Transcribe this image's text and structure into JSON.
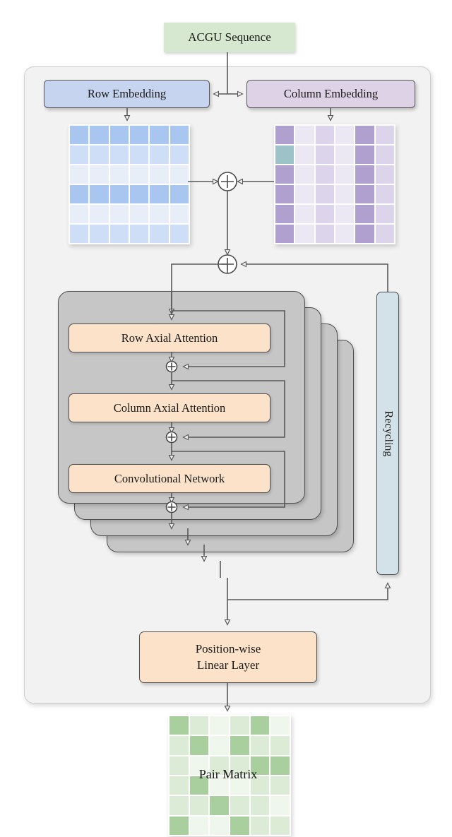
{
  "diagram": {
    "title_node": "ACGU Sequence",
    "embeddings": {
      "row_label": "Row Embedding",
      "column_label": "Column Embedding"
    },
    "block": {
      "modules": [
        {
          "label": "Row Axial Attention"
        },
        {
          "label": "Column Axial Attention"
        },
        {
          "label": "Convolutional Network"
        }
      ],
      "stack_count": 4
    },
    "recycling_label": "Recycling",
    "output_layer": {
      "line1": "Position-wise",
      "line2": "Linear Layer"
    },
    "pair_matrix_label": "Pair Matrix",
    "operators": {
      "add": "+"
    },
    "colors": {
      "sequence_fill": "#d6e8cf",
      "row_embedding_fill": "#c6d4f0",
      "column_embedding_fill": "#ddd2e6",
      "module_fill": "#fbe2c8",
      "card_fill": "#c6c6c6",
      "recycling_fill": "#d3e1e8",
      "container_fill": "#f2f2f2",
      "stroke": "#4f4f4f"
    }
  },
  "chart_data": [
    {
      "type": "heatmap",
      "name": "row-embedding-matrix",
      "rows": 6,
      "cols": 6,
      "pattern": "row-wise",
      "palette": [
        "#e8eef8",
        "#cfdef7",
        "#a8c6f0"
      ],
      "values": [
        [
          2,
          2,
          2,
          2,
          2,
          2
        ],
        [
          1,
          1,
          1,
          1,
          1,
          1
        ],
        [
          0,
          0,
          0,
          0,
          0,
          0
        ],
        [
          2,
          2,
          2,
          2,
          2,
          2
        ],
        [
          0,
          0,
          0,
          0,
          0,
          0
        ],
        [
          1,
          1,
          1,
          1,
          1,
          1
        ]
      ]
    },
    {
      "type": "heatmap",
      "name": "column-embedding-matrix",
      "rows": 6,
      "cols": 6,
      "pattern": "column-wise",
      "palette": [
        "#ebe8f4",
        "#dcd4ea",
        "#b0a0d0"
      ],
      "values": [
        [
          2,
          0,
          1,
          0,
          2,
          1
        ],
        [
          2,
          0,
          1,
          0,
          2,
          1
        ],
        [
          2,
          0,
          1,
          0,
          2,
          1
        ],
        [
          2,
          0,
          1,
          0,
          2,
          1
        ],
        [
          2,
          0,
          1,
          0,
          2,
          1
        ],
        [
          2,
          0,
          1,
          0,
          2,
          1
        ]
      ]
    },
    {
      "type": "heatmap",
      "name": "pair-matrix",
      "rows": 6,
      "cols": 6,
      "pattern": "random",
      "palette": [
        "#eff6ec",
        "#dcebd5",
        "#cbe3c2",
        "#a8cf9d"
      ],
      "values": [
        [
          3,
          1,
          0,
          1,
          3,
          0
        ],
        [
          1,
          3,
          0,
          3,
          1,
          1
        ],
        [
          1,
          0,
          1,
          1,
          3,
          3
        ],
        [
          1,
          3,
          0,
          0,
          1,
          1
        ],
        [
          1,
          1,
          3,
          1,
          1,
          0
        ],
        [
          3,
          0,
          0,
          3,
          1,
          1
        ]
      ]
    }
  ]
}
